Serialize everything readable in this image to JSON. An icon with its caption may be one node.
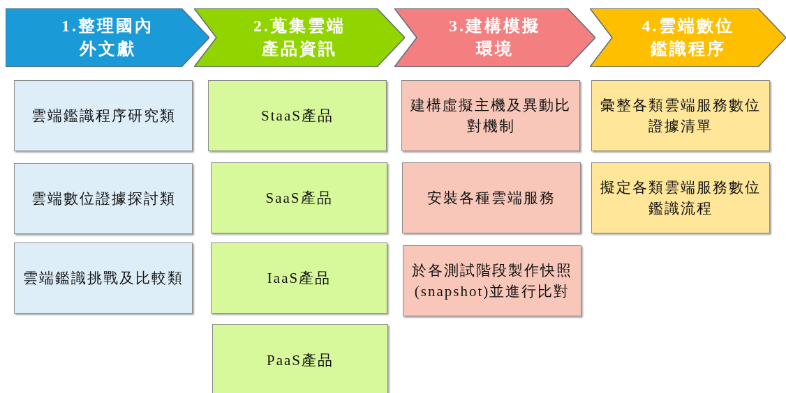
{
  "diagram": {
    "nodes": [
      {
        "text": [
          "1.整理國內外文獻"
        ]
      },
      {
        "text": [
          "2.蒐集雲端產品資訊"
        ]
      },
      {
        "text": [
          "3.建構模擬環境"
        ]
      },
      {
        "text": [
          "4.雲端數位鑑識程序"
        ]
      },
      {
        "text": [
          "雲端鑑識程序研究類"
        ]
      },
      {
        "text": [
          "雲端數位證據探討類"
        ]
      },
      {
        "text": [
          "雲端鑑識挑戰及比較類"
        ]
      },
      {
        "text": [
          "StaaS產品"
        ]
      },
      {
        "text": [
          "SaaS產品"
        ]
      },
      {
        "text": [
          "IaaS產品"
        ]
      },
      {
        "text": [
          "PaaS產品"
        ]
      },
      {
        "text": [
          "建構虛擬主機及異動比對機制"
        ]
      },
      {
        "text": [
          "安裝各種雲端服務"
        ]
      },
      {
        "text": [
          "於各測試階段製作快照(snapshot)並進行比對"
        ]
      },
      {
        "text": [
          "彙整各類雲端服務數位證據清單"
        ]
      },
      {
        "text": [
          "擬定各類雲端服務數位鑑識流程"
        ]
      }
    ],
    "edges": []
  }
}
